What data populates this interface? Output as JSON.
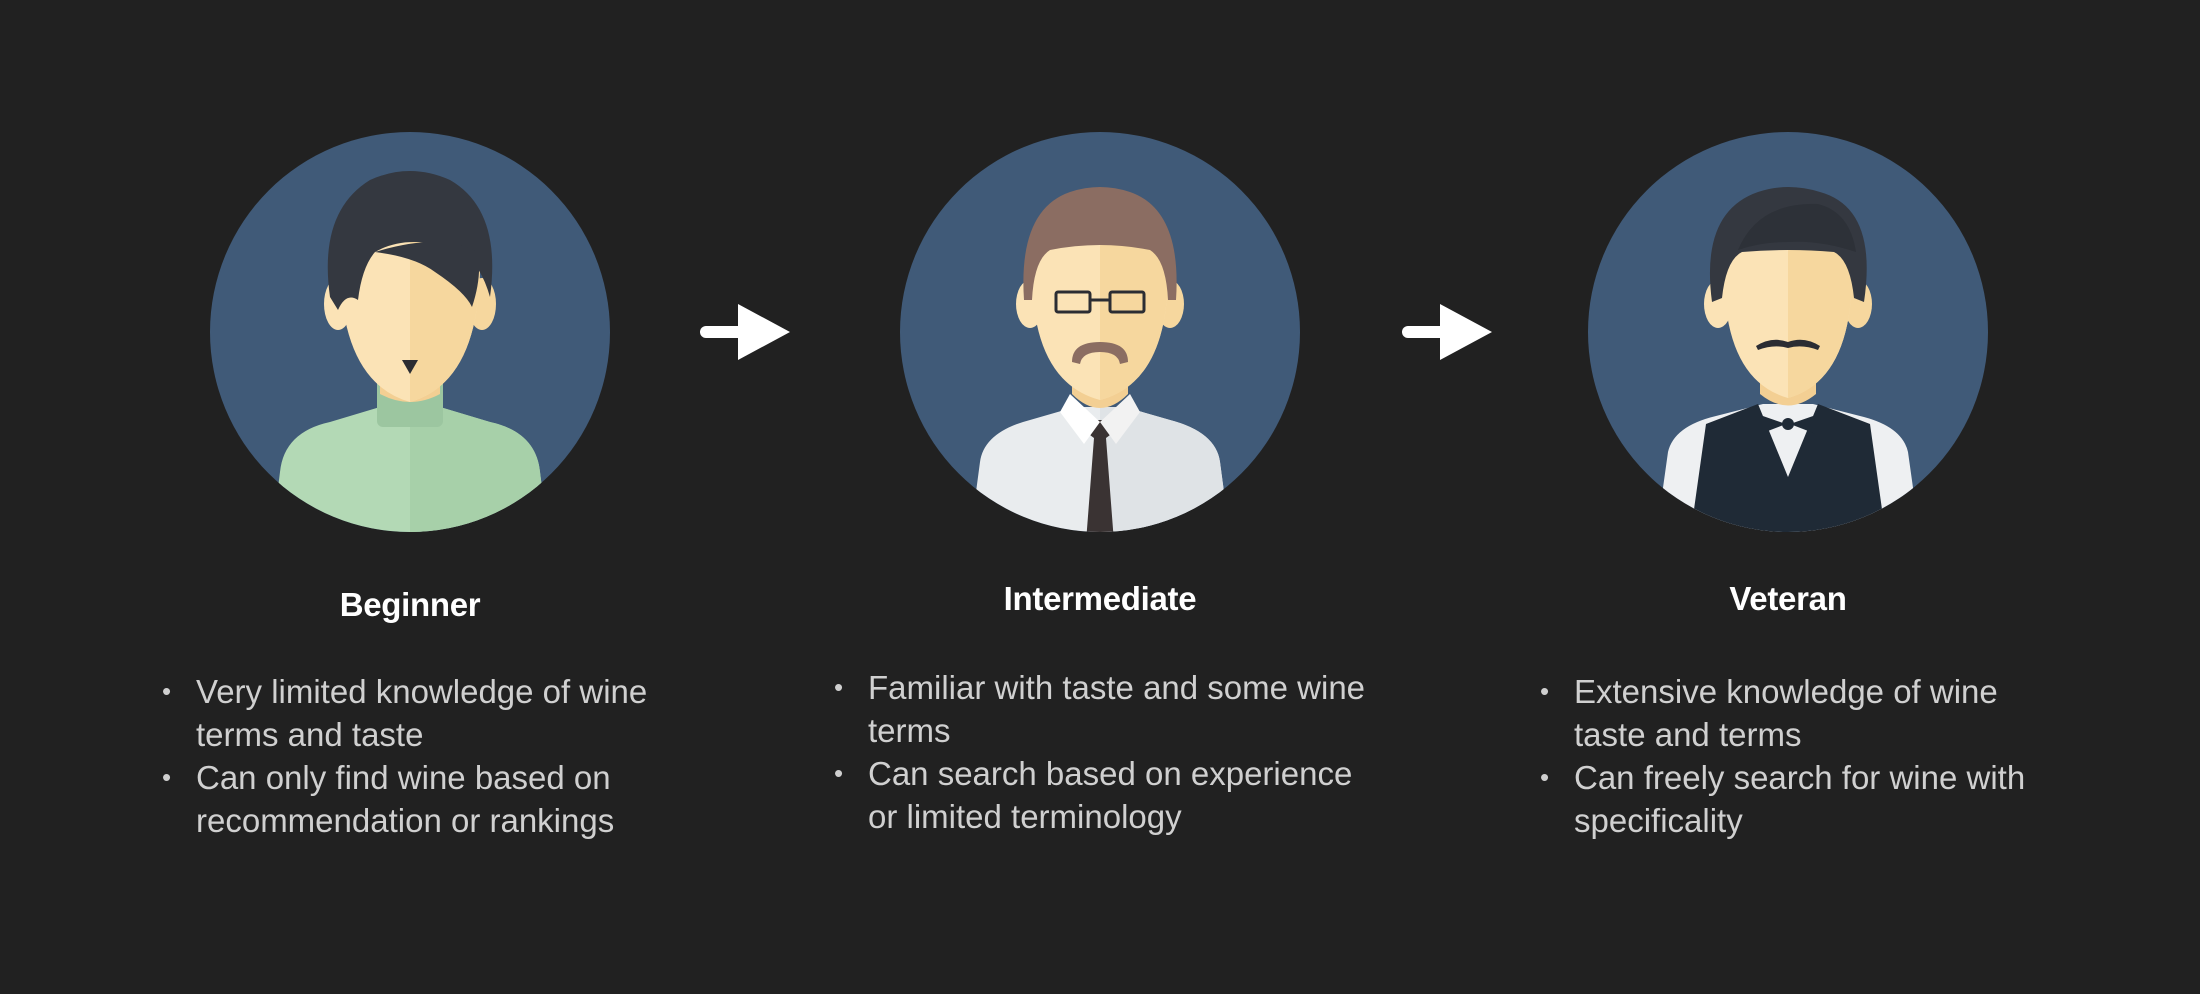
{
  "personas": [
    {
      "id": "beginner",
      "title": "Beginner",
      "icon": "beginner-avatar-icon",
      "bullets": [
        "Very limited knowledge of wine terms and taste",
        "Can only find wine based on recommendation or rankings"
      ]
    },
    {
      "id": "intermediate",
      "title": "Intermediate",
      "icon": "intermediate-avatar-icon",
      "bullets": [
        "Familiar with taste and some wine terms",
        "Can search based on experience or limited terminology"
      ]
    },
    {
      "id": "veteran",
      "title": "Veteran",
      "icon": "veteran-avatar-icon",
      "bullets": [
        "Extensive knowledge of wine taste and terms",
        "Can freely search for wine with specificality"
      ]
    }
  ],
  "arrows": [
    "arrow-right-icon",
    "arrow-right-icon"
  ],
  "colors": {
    "background": "#212121",
    "circle": "#405a78",
    "title": "#ffffff",
    "text": "#d0d0d0",
    "skin": "#fbe3b6",
    "skin_shade": "#f6d79e"
  }
}
